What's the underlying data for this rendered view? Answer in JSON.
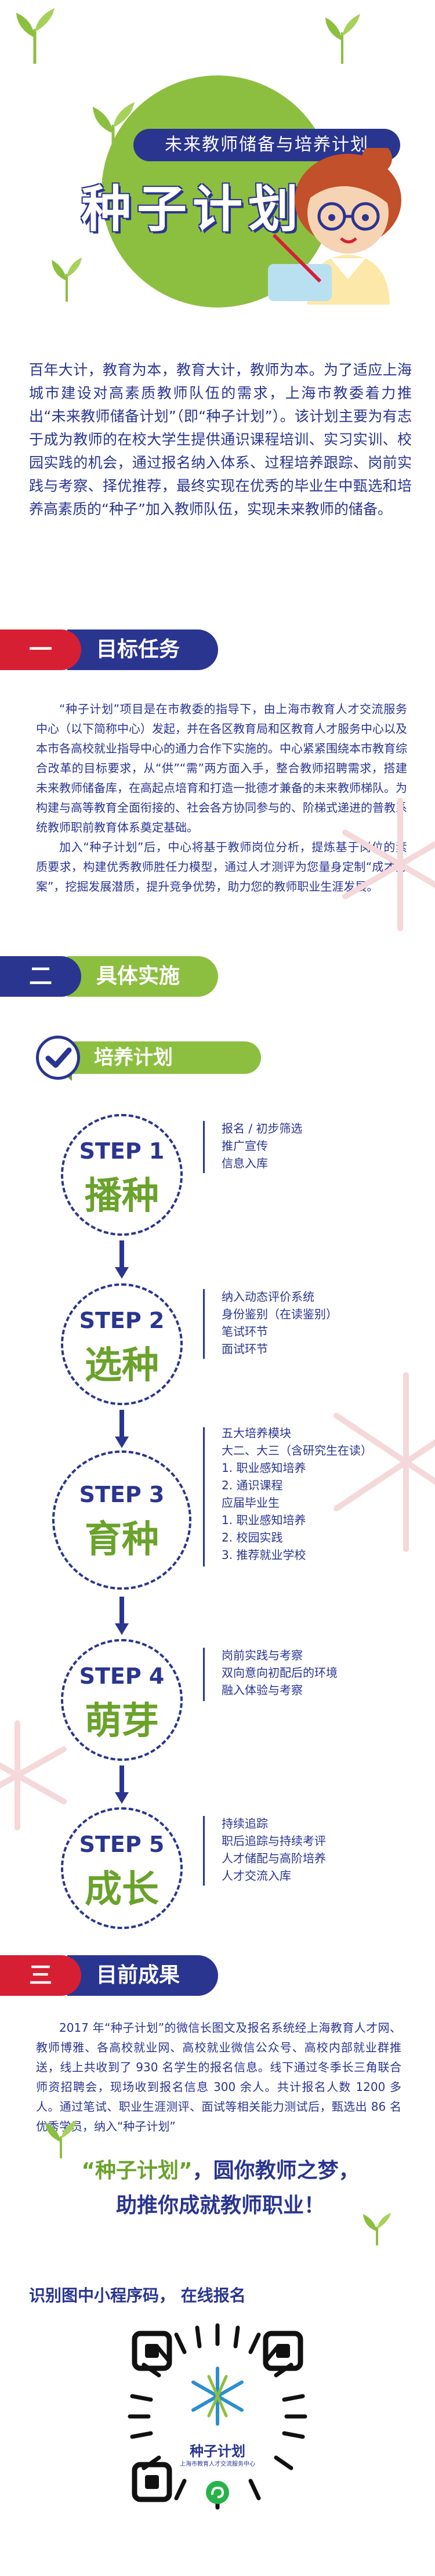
{
  "hero": {
    "banner": "未来教师储备与培养计划",
    "title": "种子计划"
  },
  "intro": "百年大计，教育为本，教育大计，教师为本。为了适应上海城市建设对高素质教师队伍的需求，上海市教委着力推出“未来教师储备计划”（即“种子计划”）。该计划主要为有志于成为教师的在校大学生提供通识课程培训、实习实训、校园实践的机会，通过报名纳入体系、过程培养跟踪、岗前实践与考察、择优推荐，最终实现在优秀的毕业生中甄选和培养高素质的“种子”加入教师队伍，实现未来教师的储备。",
  "section1": {
    "num": "一",
    "label": "目标任务",
    "p1": "“种子计划”项目是在市教委的指导下，由上海市教育人才交流服务中心（以下简称中心）发起，并在各区教育局和区教育人才服务中心以及本市各高校就业指导中心的通力合作下实施的。中心紧紧围绕本市教育综合改革的目标要求，从“供”“需”两方面入手，整合教师招聘需求，搭建未来教师储备库，在高起点培育和打造一批德才兼备的未来教师梯队。为构建与高等教育全面衔接的、社会各方协同参与的、阶梯式递进的普教系统教师职前教育体系奠定基础。",
    "p2": "加入“种子计划”后，中心将基于教师岗位分析，提炼基于岗位的素质要求，构建优秀教师胜任力模型，通过人才测评为您量身定制“成才方案”，挖掘发展潜质，提升竞争优势，助力您的教师职业生涯发展。"
  },
  "section2": {
    "num": "二",
    "label": "具体实施",
    "sub": "培养计划",
    "steps": [
      {
        "en": "STEP 1",
        "cn": "播种",
        "items": [
          "报名 / 初步筛选",
          "推广宣传",
          "信息入库"
        ]
      },
      {
        "en": "STEP 2",
        "cn": "选种",
        "items": [
          "纳入动态评价系统",
          "身份鉴别（在读鉴别）",
          "笔试环节",
          "面试环节"
        ]
      },
      {
        "en": "STEP 3",
        "cn": "育种",
        "items": [
          "五大培养模块",
          "大二、大三（含研究生在读）",
          "1. 职业感知培养",
          "2. 通识课程",
          "应届毕业生",
          "1. 职业感知培养",
          "2. 校园实践",
          "3. 推荐就业学校"
        ]
      },
      {
        "en": "STEP 4",
        "cn": "萌芽",
        "items": [
          "岗前实践与考察",
          "双向意向初配后的环境",
          "融入体验与考察"
        ]
      },
      {
        "en": "STEP 5",
        "cn": "成长",
        "items": [
          "持续追踪",
          "职后追踪与持续考评",
          "人才储配与高阶培养",
          "人才交流入库"
        ]
      }
    ]
  },
  "section3": {
    "num": "三",
    "label": "目前成果",
    "p1": "2017 年“种子计划”的微信长图文及报名系统经上海教育人才网、教师博雅、各高校就业网、高校就业微信公众号、高校内部就业群推送，线上共收到了 930 名学生的报名信息。线下通过冬季长三角联合师资招聘会，现场收到报名信息 300 余人。共计报名人数 1200 多人。通过笔试、职业生涯测评、面试等相关能力测试后，甄选出 86 名优秀学员，纳入“种子计划”"
  },
  "slogan": {
    "line1_em": "“种子计划”",
    "line1_rest": "，圆你教师之梦，",
    "line2": "助推你成就教师职业！"
  },
  "qr": {
    "caption": "识别图中小程序码，   在线报名",
    "title": "种子计划",
    "subtitle": "上海市教育人才交流服务中心"
  },
  "colors": {
    "navy": "#2a3590",
    "green": "#8cbf3f",
    "red": "#d71f33"
  }
}
